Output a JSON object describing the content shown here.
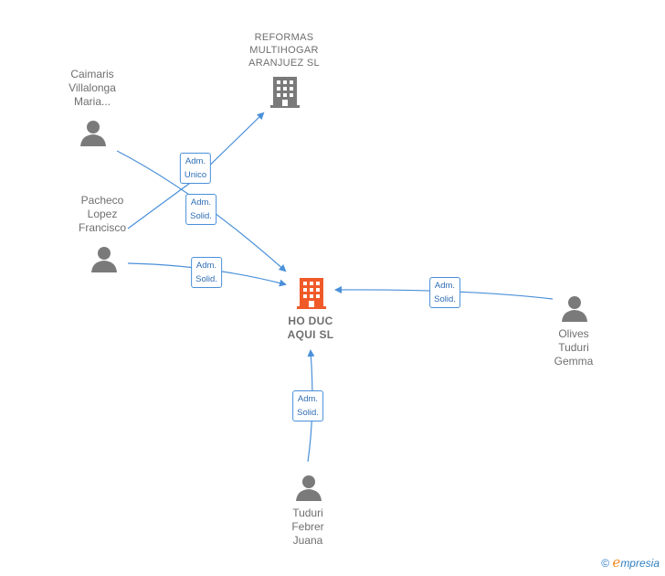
{
  "nodes": {
    "reformas": {
      "lines": [
        "REFORMAS",
        "MULTIHOGAR",
        "ARANJUEZ  SL"
      ],
      "type": "company"
    },
    "caimaris": {
      "lines": [
        "Caimaris",
        "Villalonga",
        "Maria..."
      ],
      "type": "person"
    },
    "pacheco": {
      "lines": [
        "Pacheco",
        "Lopez",
        "Francisco"
      ],
      "type": "person"
    },
    "hoduc": {
      "lines": [
        "HO DUC",
        "AQUI  SL"
      ],
      "type": "main-company"
    },
    "olives": {
      "lines": [
        "Olives",
        "Tuduri",
        "Gemma"
      ],
      "type": "person"
    },
    "tuduri": {
      "lines": [
        "Tuduri",
        "Febrer",
        "Juana"
      ],
      "type": "person"
    }
  },
  "edges": [
    {
      "label": [
        "Adm.",
        "Unico"
      ]
    },
    {
      "label": [
        "Adm.",
        "Solid."
      ]
    },
    {
      "label": [
        "Adm.",
        "Solid."
      ]
    },
    {
      "label": [
        "Adm.",
        "Solid."
      ]
    },
    {
      "label": [
        "Adm.",
        "Solid."
      ]
    }
  ],
  "colors": {
    "edge": "#4a90d9",
    "company_icon": "#7a7a7a",
    "main_icon": "#f05a28",
    "person_icon": "#7a7a7a"
  },
  "watermark": {
    "copyright": "©",
    "brand_e": "e",
    "brand_rest": "mpresia"
  }
}
